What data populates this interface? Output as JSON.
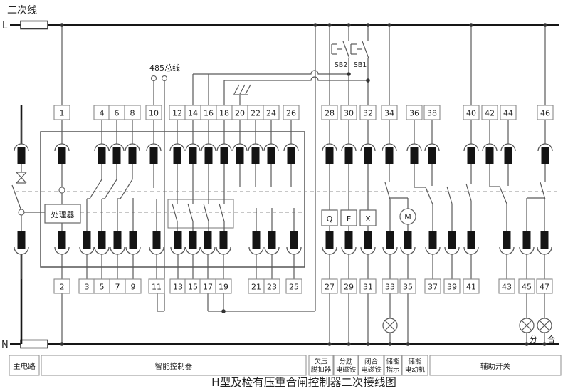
{
  "page_title": "二次线",
  "diagram_title": "H型及检有压重合闸控制器二次接线图",
  "buses": {
    "live": "L",
    "neutral": "N"
  },
  "labels": {
    "bus485": "485总线",
    "sb2": "SB2",
    "sb1": "SB1",
    "processor": "处理器",
    "undervoltage_release": "Q",
    "shunt_release": "F",
    "closing_release": "X",
    "motor": "M",
    "lamp_open": "分",
    "lamp_close": "合"
  },
  "terminals": {
    "top": [
      "1",
      "4",
      "6",
      "8",
      "10",
      "12",
      "14",
      "16",
      "18",
      "20",
      "22",
      "24",
      "26",
      "28",
      "30",
      "32",
      "34",
      "36",
      "38",
      "40",
      "42",
      "44",
      "46"
    ],
    "bottom": [
      "2",
      "3",
      "5",
      "7",
      "9",
      "11",
      "13",
      "15",
      "17",
      "19",
      "21",
      "23",
      "25",
      "27",
      "29",
      "31",
      "33",
      "35",
      "37",
      "39",
      "41",
      "43",
      "45",
      "47"
    ]
  },
  "legend": [
    {
      "lines": [
        "主电路"
      ]
    },
    {
      "lines": [
        "智能控制器"
      ]
    },
    {
      "lines": [
        "欠压",
        "脱扣器"
      ]
    },
    {
      "lines": [
        "分励",
        "电磁铁"
      ]
    },
    {
      "lines": [
        "闭合",
        "电磁铁"
      ]
    },
    {
      "lines": [
        "储能",
        "指示"
      ]
    },
    {
      "lines": [
        "储能",
        "电动机"
      ]
    },
    {
      "lines": [
        "辅助开关"
      ]
    }
  ]
}
